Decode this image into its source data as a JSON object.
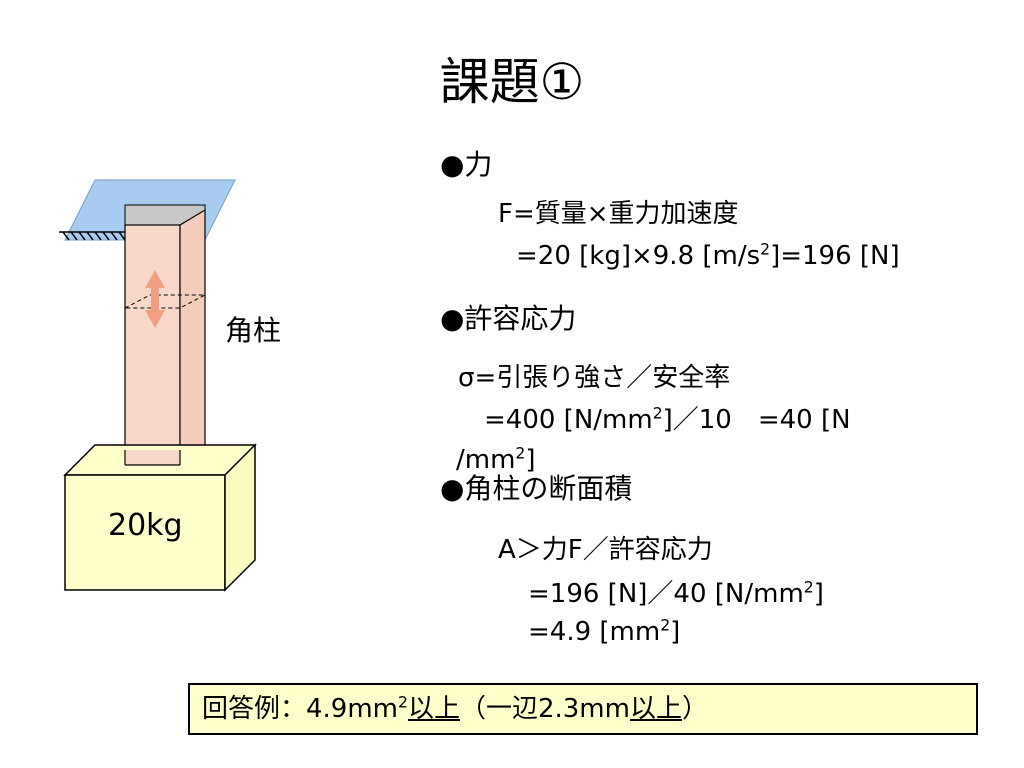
{
  "slide": {
    "title": "課題①",
    "diagram": {
      "column_label": "角柱",
      "weight_label": "20kg"
    },
    "force": {
      "heading": "●力",
      "formula": "F=質量×重力加速度",
      "calc_pre": "=20 [kg]×9.8 [m/s",
      "calc_sup": "2",
      "calc_post": "]=196 [N]"
    },
    "stress": {
      "heading": "●許容応力",
      "formula": "σ=引張り強さ／安全率",
      "calc1_pre": "=400 [N/mm",
      "calc1_sup": "2",
      "calc1_post": "]／10　=40 [N",
      "calc2_pre": "/mm",
      "calc2_sup": "2",
      "calc2_post": "]"
    },
    "area": {
      "heading": "●角柱の断面積",
      "formula": "A＞力F／許容応力",
      "calc1_pre": "=196 [N]／40 [N/mm",
      "calc1_sup": "2",
      "calc1_post": "]",
      "calc2_pre": "=4.9 [mm",
      "calc2_sup": "2",
      "calc2_post": "]"
    },
    "answer": {
      "prefix": "回答例：4.9mm",
      "sup": "2",
      "underline1": "以上",
      "middle": "（一辺2.3mm",
      "underline2": "以上",
      "suffix": "）"
    },
    "colors": {
      "ceiling": "#a8ccf0",
      "column": "#f8d8c8",
      "column_top": "#c8c8c8",
      "arrow": "#f0a080",
      "box": "#ffffcc",
      "answer_bg": "#ffffcc"
    }
  }
}
